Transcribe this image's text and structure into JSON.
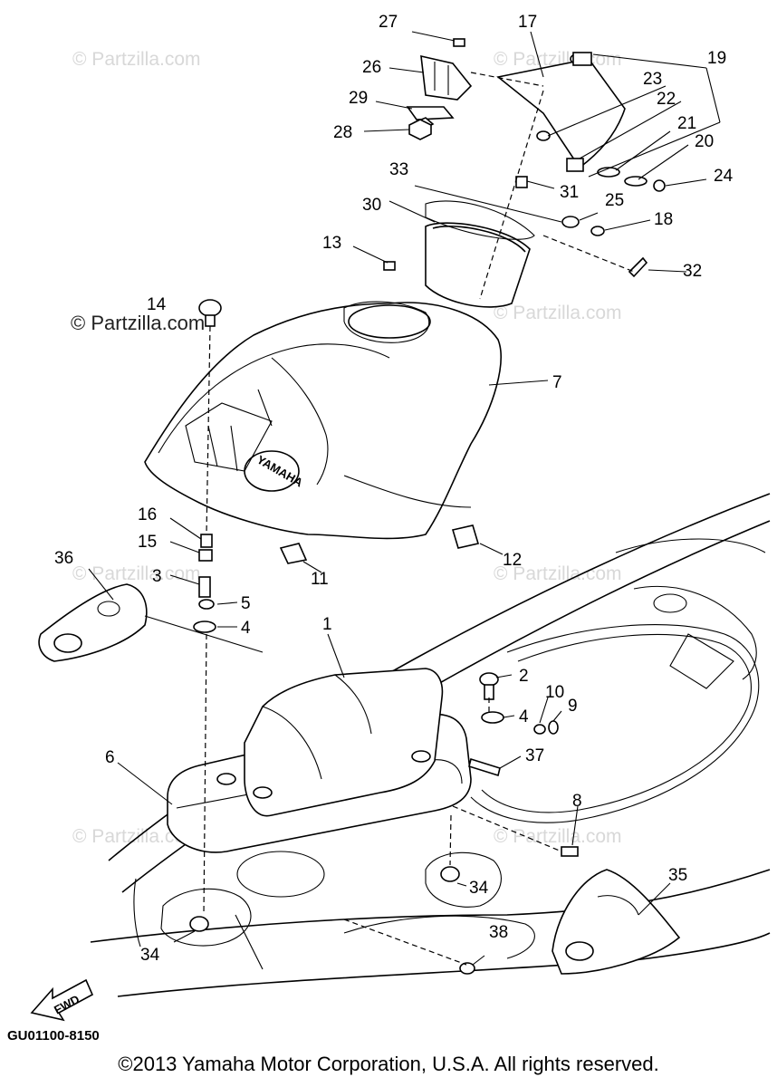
{
  "diagram": {
    "code": "GU01100-8150",
    "fwd_label": "FWD",
    "brand_mark": "YAMAHA",
    "watermark_text": "© Partzilla.com",
    "callouts": [
      {
        "id": "c1",
        "text": "1"
      },
      {
        "id": "c2",
        "text": "2"
      },
      {
        "id": "c3",
        "text": "3"
      },
      {
        "id": "c4a",
        "text": "4"
      },
      {
        "id": "c4b",
        "text": "4"
      },
      {
        "id": "c5",
        "text": "5"
      },
      {
        "id": "c6",
        "text": "6"
      },
      {
        "id": "c7",
        "text": "7"
      },
      {
        "id": "c8",
        "text": "8"
      },
      {
        "id": "c9",
        "text": "9"
      },
      {
        "id": "c10",
        "text": "10"
      },
      {
        "id": "c11",
        "text": "11"
      },
      {
        "id": "c12",
        "text": "12"
      },
      {
        "id": "c13",
        "text": "13"
      },
      {
        "id": "c14",
        "text": "14"
      },
      {
        "id": "c15",
        "text": "15"
      },
      {
        "id": "c16",
        "text": "16"
      },
      {
        "id": "c17",
        "text": "17"
      },
      {
        "id": "c18",
        "text": "18"
      },
      {
        "id": "c19",
        "text": "19"
      },
      {
        "id": "c20",
        "text": "20"
      },
      {
        "id": "c21",
        "text": "21"
      },
      {
        "id": "c22",
        "text": "22"
      },
      {
        "id": "c23",
        "text": "23"
      },
      {
        "id": "c24",
        "text": "24"
      },
      {
        "id": "c25",
        "text": "25"
      },
      {
        "id": "c26",
        "text": "26"
      },
      {
        "id": "c27",
        "text": "27"
      },
      {
        "id": "c28",
        "text": "28"
      },
      {
        "id": "c29",
        "text": "29"
      },
      {
        "id": "c30",
        "text": "30"
      },
      {
        "id": "c31",
        "text": "31"
      },
      {
        "id": "c32",
        "text": "32"
      },
      {
        "id": "c33",
        "text": "33"
      },
      {
        "id": "c34a",
        "text": "34"
      },
      {
        "id": "c34b",
        "text": "34"
      },
      {
        "id": "c35",
        "text": "35"
      },
      {
        "id": "c36",
        "text": "36"
      },
      {
        "id": "c37",
        "text": "37"
      },
      {
        "id": "c38",
        "text": "38"
      }
    ]
  },
  "footer": {
    "copyright": "©2013  Yamaha Motor Corporation, U.S.A. All rights reserved."
  }
}
